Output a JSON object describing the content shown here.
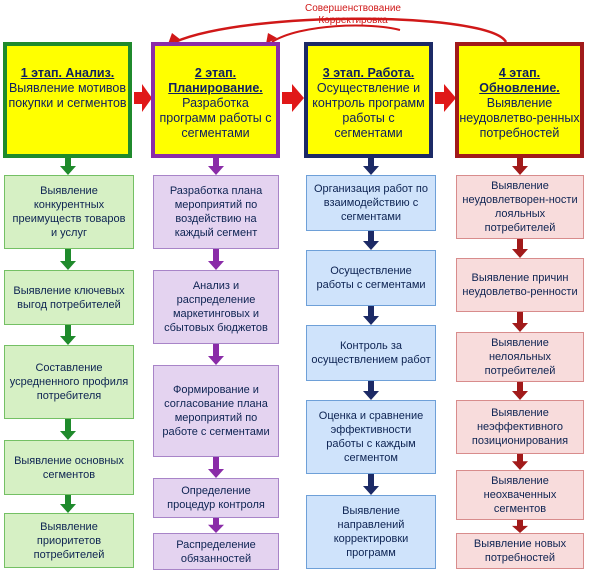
{
  "feedback": {
    "line1": "Совершенствование",
    "line2": "Корректировка",
    "color": "#d01818"
  },
  "stages": [
    {
      "title": "1 этап. Анализ.",
      "text": "Выявление мотивов покупки и сегментов",
      "border_color": "#1f8a2c",
      "steps": [
        "Выявление конкурентных преимуществ товаров и услуг",
        "Выявление ключевых выгод потребителей",
        "Составление усредненного профиля потребителя",
        "Выявление основных сегментов",
        "Выявление приоритетов потребителей"
      ]
    },
    {
      "title": "2 этап. Планирование.",
      "text": "Разработка программ работы с сегментами",
      "border_color": "#8a2ca8",
      "steps": [
        "Разработка плана мероприятий по воздействию на каждый сегмент",
        "Анализ и распределение маркетинговых и сбытовых бюджетов",
        "Формирование и согласование плана мероприятий по работе с сегментами",
        "Определение процедур контроля",
        "Распределение обязанностей"
      ]
    },
    {
      "title": "3 этап. Работа.",
      "text": "Осуществление и контроль программ работы с сегментами",
      "border_color": "#1c2a66",
      "steps": [
        "Организация работ по взаимодействию с сегментами",
        "Осуществление работы с сегментами",
        "Контроль за осуществлением работ",
        "Оценка и сравнение эффективности работы с каждым сегментом",
        "Выявление направлений корректировки программ"
      ]
    },
    {
      "title": "4 этап. Обновление.",
      "text": "Выявление неудовлетво-ренных потребностей",
      "border_color": "#a11a1a",
      "steps": [
        "Выявление неудовлетворен-ности лояльных потребителей",
        "Выявление причин неудовлетво-ренности",
        "Выявление нелояльных потребителей",
        "Выявление неэффективного позиционирования",
        "Выявление неохваченных сегментов",
        "Выявление новых потребностей"
      ]
    }
  ]
}
